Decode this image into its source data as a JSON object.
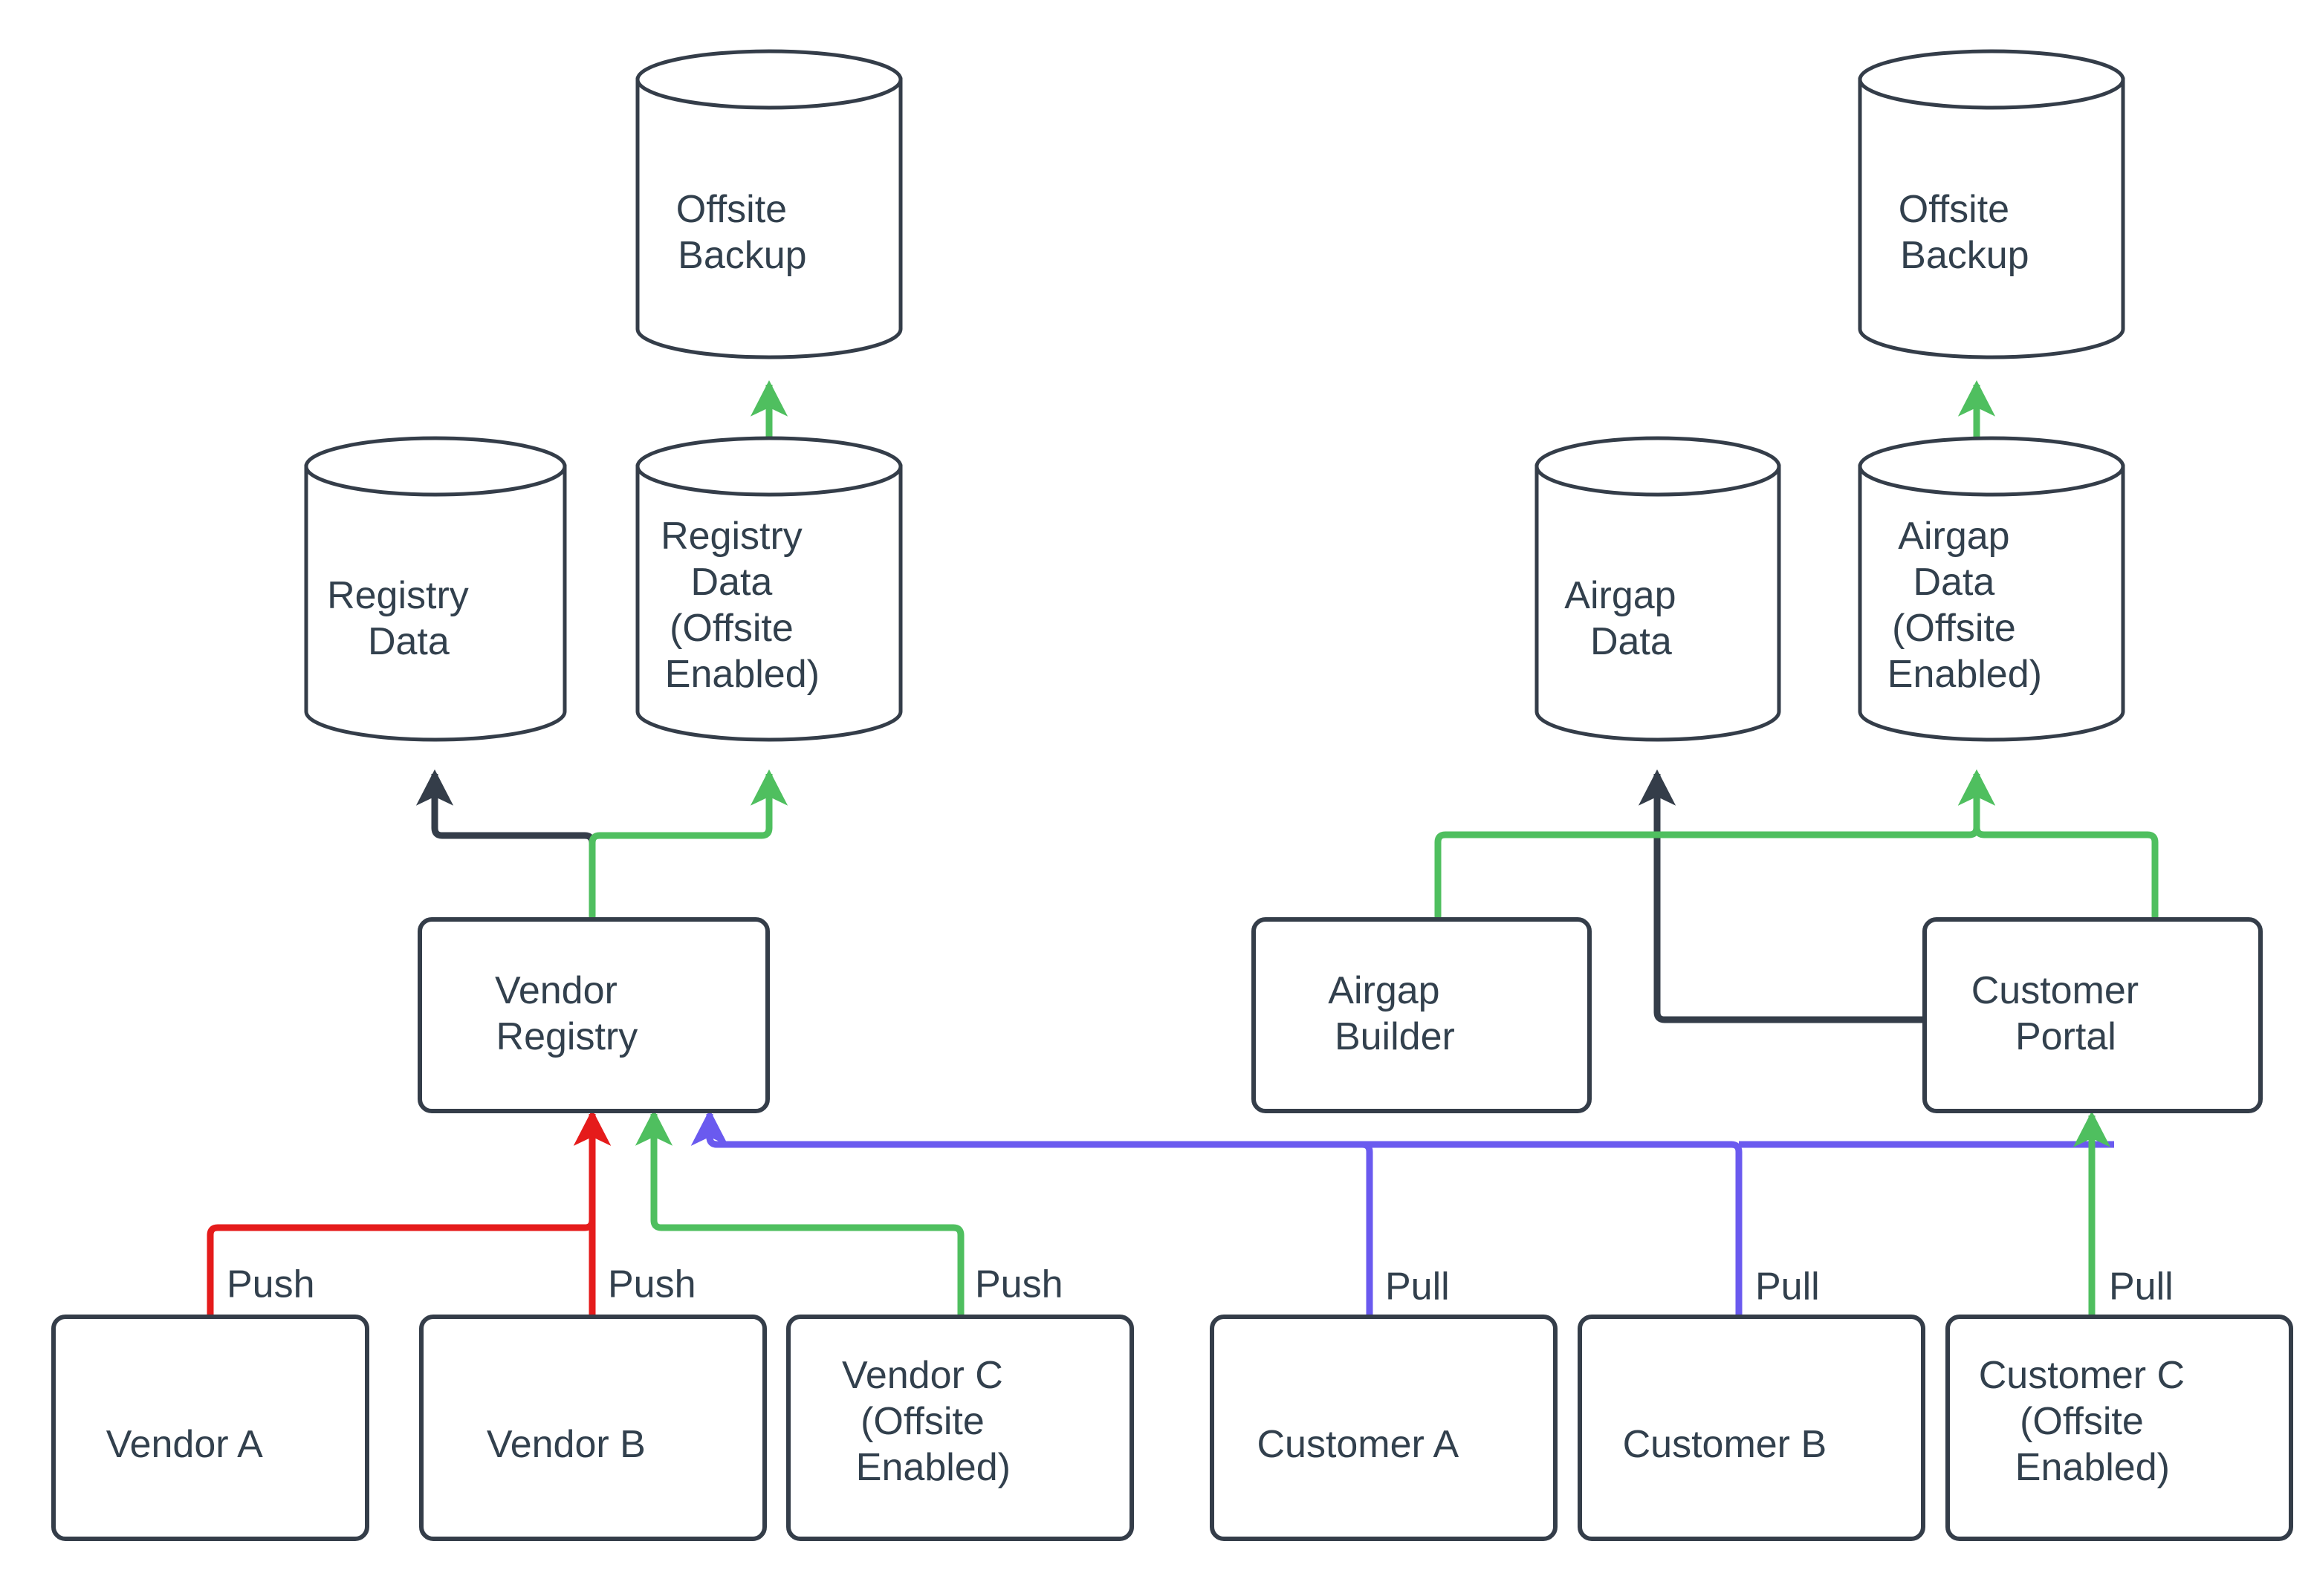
{
  "diagram": {
    "type": "flowchart",
    "background": "#ffffff",
    "colors": {
      "node_stroke": "#343d49",
      "node_fill": "#ffffff",
      "text": "#32404d",
      "edge_default": "#343d49",
      "edge_push_red": "#e51b1b",
      "edge_offsite_green": "#4fbf5f",
      "edge_pull_blue": "#6a5aef"
    },
    "nodes": [
      {
        "id": "offsite-backup-left",
        "shape": "cylinder",
        "label": "Offsite\nBackup"
      },
      {
        "id": "registry-data",
        "shape": "cylinder",
        "label": "Registry\nData"
      },
      {
        "id": "registry-data-offsite",
        "shape": "cylinder",
        "label": "Registry\nData\n(Offsite\nEnabled)"
      },
      {
        "id": "vendor-registry",
        "shape": "box",
        "label": "Vendor\nRegistry"
      },
      {
        "id": "vendor-a",
        "shape": "box",
        "label": "Vendor A"
      },
      {
        "id": "vendor-b",
        "shape": "box",
        "label": "Vendor B"
      },
      {
        "id": "vendor-c",
        "shape": "box",
        "label": "Vendor C\n(Offsite\nEnabled)"
      },
      {
        "id": "offsite-backup-right",
        "shape": "cylinder",
        "label": "Offsite\nBackup"
      },
      {
        "id": "airgap-data",
        "shape": "cylinder",
        "label": "Airgap\nData"
      },
      {
        "id": "airgap-data-offsite",
        "shape": "cylinder",
        "label": "Airgap\nData\n(Offsite\nEnabled)"
      },
      {
        "id": "airgap-builder",
        "shape": "box",
        "label": "Airgap\nBuilder"
      },
      {
        "id": "customer-portal",
        "shape": "box",
        "label": "Customer\nPortal"
      },
      {
        "id": "customer-a",
        "shape": "box",
        "label": "Customer A"
      },
      {
        "id": "customer-b",
        "shape": "box",
        "label": "Customer B"
      },
      {
        "id": "customer-c",
        "shape": "box",
        "label": "Customer C\n(Offsite\nEnabled)"
      }
    ],
    "edges": [
      {
        "id": "e1",
        "from": "vendor-a",
        "to": "vendor-registry",
        "label": "Push",
        "color": "#e51b1b"
      },
      {
        "id": "e2",
        "from": "vendor-b",
        "to": "vendor-registry",
        "label": "Push",
        "color": "#e51b1b"
      },
      {
        "id": "e3",
        "from": "vendor-c",
        "to": "vendor-registry",
        "label": "Push",
        "color": "#4fbf5f"
      },
      {
        "id": "e4",
        "from": "vendor-registry",
        "to": "registry-data",
        "label": "",
        "color": "#343d49"
      },
      {
        "id": "e5",
        "from": "vendor-registry",
        "to": "registry-data-offsite",
        "label": "",
        "color": "#4fbf5f"
      },
      {
        "id": "e6",
        "from": "registry-data-offsite",
        "to": "offsite-backup-left",
        "label": "",
        "color": "#4fbf5f"
      },
      {
        "id": "e7",
        "from": "customer-a",
        "to": "vendor-registry",
        "label": "Pull",
        "color": "#6a5aef"
      },
      {
        "id": "e8",
        "from": "customer-b",
        "to": "vendor-registry",
        "label": "Pull",
        "color": "#6a5aef"
      },
      {
        "id": "e9",
        "from": "customer-c",
        "to": "customer-portal",
        "label": "Pull",
        "color": "#4fbf5f"
      },
      {
        "id": "e10",
        "from": "customer-portal",
        "to": "airgap-data",
        "label": "",
        "color": "#343d49"
      },
      {
        "id": "e11",
        "from": "customer-portal",
        "to": "airgap-data-offsite",
        "label": "",
        "color": "#4fbf5f"
      },
      {
        "id": "e12",
        "from": "airgap-builder",
        "to": "airgap-data-offsite",
        "label": "",
        "color": "#4fbf5f"
      },
      {
        "id": "e13",
        "from": "airgap-data-offsite",
        "to": "offsite-backup-right",
        "label": "",
        "color": "#4fbf5f"
      }
    ],
    "edge_labels": {
      "push_1": "Push",
      "push_2": "Push",
      "push_3": "Push",
      "pull_1": "Pull",
      "pull_2": "Pull",
      "pull_3": "Pull"
    },
    "node_text": {
      "offsite_backup_left_l1": "Offsite",
      "offsite_backup_left_l2": "Backup",
      "registry_data_l1": "Registry",
      "registry_data_l2": "Data",
      "registry_data_offsite_l1": "Registry",
      "registry_data_offsite_l2": "Data",
      "registry_data_offsite_l3": "(Offsite",
      "registry_data_offsite_l4": "Enabled)",
      "vendor_registry_l1": "Vendor",
      "vendor_registry_l2": "Registry",
      "vendor_a_l1": "Vendor A",
      "vendor_b_l1": "Vendor B",
      "vendor_c_l1": "Vendor C",
      "vendor_c_l2": "(Offsite",
      "vendor_c_l3": "Enabled)",
      "offsite_backup_right_l1": "Offsite",
      "offsite_backup_right_l2": "Backup",
      "airgap_data_l1": "Airgap",
      "airgap_data_l2": "Data",
      "airgap_data_offsite_l1": "Airgap",
      "airgap_data_offsite_l2": "Data",
      "airgap_data_offsite_l3": "(Offsite",
      "airgap_data_offsite_l4": "Enabled)",
      "airgap_builder_l1": "Airgap",
      "airgap_builder_l2": "Builder",
      "customer_portal_l1": "Customer",
      "customer_portal_l2": "Portal",
      "customer_a_l1": "Customer A",
      "customer_b_l1": "Customer B",
      "customer_c_l1": "Customer C",
      "customer_c_l2": "(Offsite",
      "customer_c_l3": "Enabled)"
    }
  }
}
